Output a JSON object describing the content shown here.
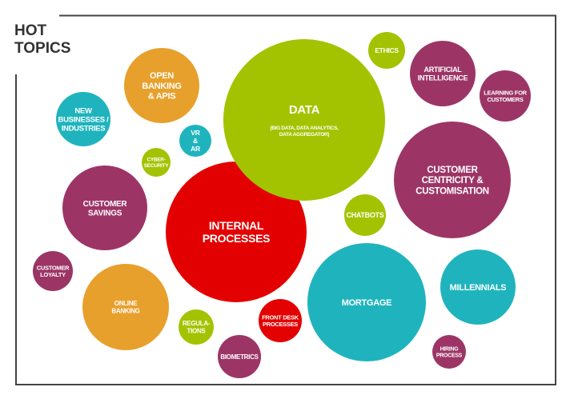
{
  "title": [
    "HOT",
    "TOPICS"
  ],
  "colors": {
    "green": "#a3c300",
    "red": "#e30000",
    "purple": "#9c3566",
    "teal": "#1fb4bd",
    "orange": "#e8a02c",
    "frame": "#444444"
  },
  "topics": {
    "open_banking": [
      "OPEN",
      "BANKING",
      "& APIS"
    ],
    "data": [
      "DATA"
    ],
    "data_sub": [
      "(BIG DATA, DATA ANALYTICS,",
      "DATA AGGREGATOR)"
    ],
    "ethics": [
      "ETHICS"
    ],
    "ai": [
      "ARTIFICIAL",
      "INTELLIGENCE"
    ],
    "learning": [
      "LEARNING FOR",
      "CUSTOMERS"
    ],
    "new_businesses": [
      "NEW",
      "BUSINESSES /",
      "INDUSTRIES"
    ],
    "vr_ar": [
      "VR",
      "&",
      "AR"
    ],
    "cyber": [
      "CYBER-",
      "SECURITY"
    ],
    "centricity": [
      "CUSTOMER",
      "CENTRICITY &",
      "CUSTOMISATION"
    ],
    "savings": [
      "CUSTOMER",
      "SAVINGS"
    ],
    "internal": [
      "INTERNAL",
      "PROCESSES"
    ],
    "chatbots": [
      "CHATBOTS"
    ],
    "loyalty": [
      "CUSTOMER",
      "LOYALTY"
    ],
    "online_banking": [
      "ONLINE",
      "BANKING"
    ],
    "regulations": [
      "REGULA-",
      "TIONS"
    ],
    "biometrics": [
      "BIOMETRICS"
    ],
    "front_desk": [
      "FRONT DESK",
      "PROCESSES"
    ],
    "mortgage": [
      "MORTGAGE"
    ],
    "millennials": [
      "MILLENNIALS"
    ],
    "hiring": [
      "HIRING",
      "PROCESS"
    ]
  }
}
